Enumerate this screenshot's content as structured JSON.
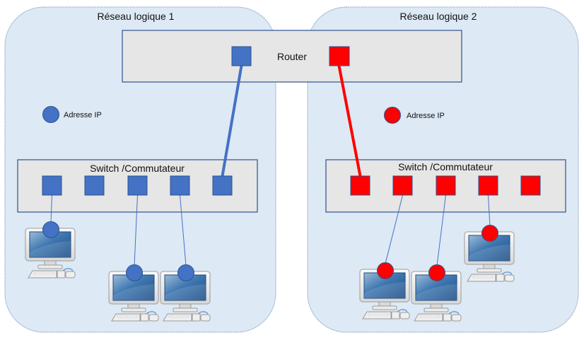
{
  "colors": {
    "region_fill": "#dde9f5",
    "region_stroke": "#7f9cc4",
    "device_fill": "#e6e6e6",
    "device_stroke": "#2f528f",
    "net1": "#4472c4",
    "net2": "#ff0000",
    "cable": "#4472c4"
  },
  "networks": [
    {
      "id": "net1",
      "title": "Réseau logique 1",
      "legend_label": "Adresse IP",
      "switch_label": "Switch /Commutateur",
      "switch_ports": 5,
      "uplink_port_index": 4,
      "pc_links": [
        0,
        2,
        3
      ]
    },
    {
      "id": "net2",
      "title": "Réseau logique 2",
      "legend_label": "Adresse IP",
      "switch_label": "Switch /Commutateur",
      "switch_ports": 5,
      "uplink_port_index": 0,
      "pc_links": [
        1,
        2,
        3
      ]
    }
  ],
  "router": {
    "label": "Router",
    "ports": [
      "net1",
      "net2"
    ]
  }
}
